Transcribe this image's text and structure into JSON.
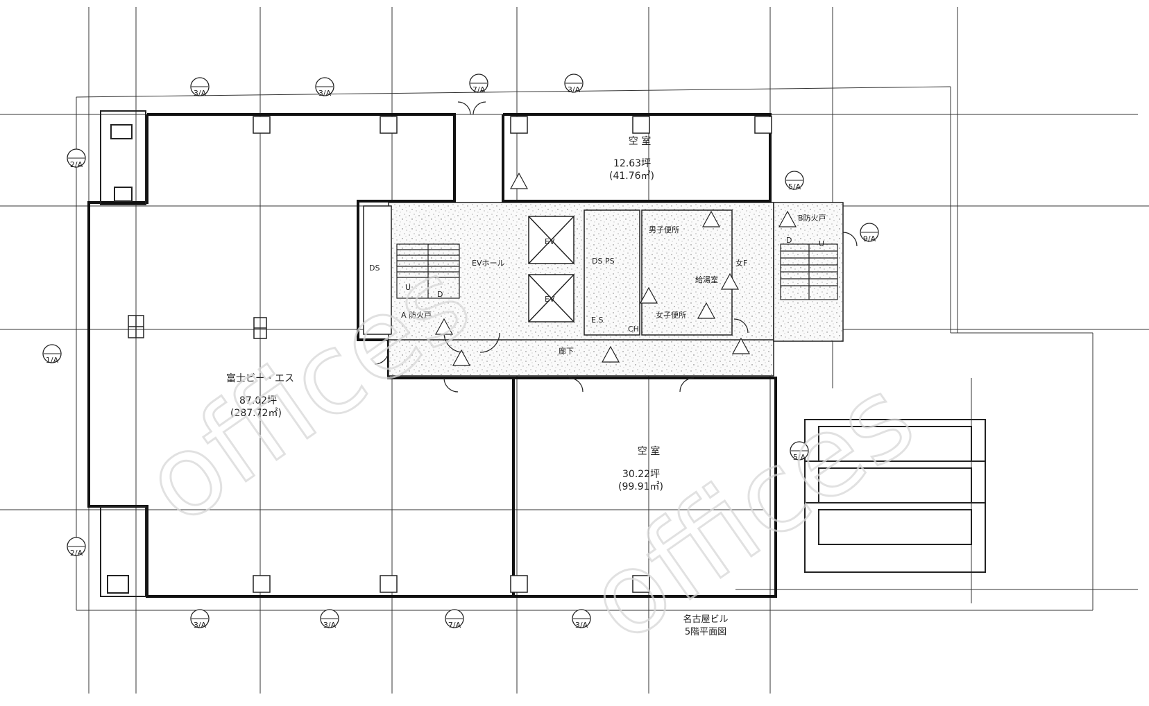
{
  "rooms": {
    "fujibs": {
      "name": "富士ビー・エス",
      "tsubo": "87.02坪",
      "sqm": "(287.72㎡)"
    },
    "vacant_north": {
      "name": "空 室",
      "tsubo": "12.63坪",
      "sqm": "(41.76㎡)"
    },
    "vacant_south": {
      "name": "空 室",
      "tsubo": "30.22坪",
      "sqm": "(99.91㎡)"
    }
  },
  "core_labels": {
    "ds_left": "DS",
    "evhall": "EVホール",
    "ev_upper": "EV",
    "ev_lower": "EV",
    "ds_ps": "DS PS",
    "es": "E.S",
    "ch": "CH",
    "corridor": "廊下",
    "stair_up_left": "U",
    "stair_down_left": "D",
    "fire_door": "A 防火戸",
    "wc_f": "女F",
    "wc_m": "男子便所",
    "wc_w": "女子便所",
    "dd": "給湯室",
    "stair_d_right": "D",
    "stair_u_right": "U",
    "b_label": "B防火戸"
  },
  "title": {
    "line1": "名古屋ビル",
    "line2": "5階平面図"
  },
  "grid_markers": {
    "top": [
      "3/A",
      "3/A",
      "7/A",
      "3/A"
    ],
    "bottom": [
      "3/A",
      "3/A",
      "7/A",
      "3/A"
    ],
    "left": [
      "2/A",
      "1/A",
      "2/A"
    ],
    "right": [
      "5/A",
      "9/A",
      "5/A"
    ]
  },
  "watermark": "offices"
}
